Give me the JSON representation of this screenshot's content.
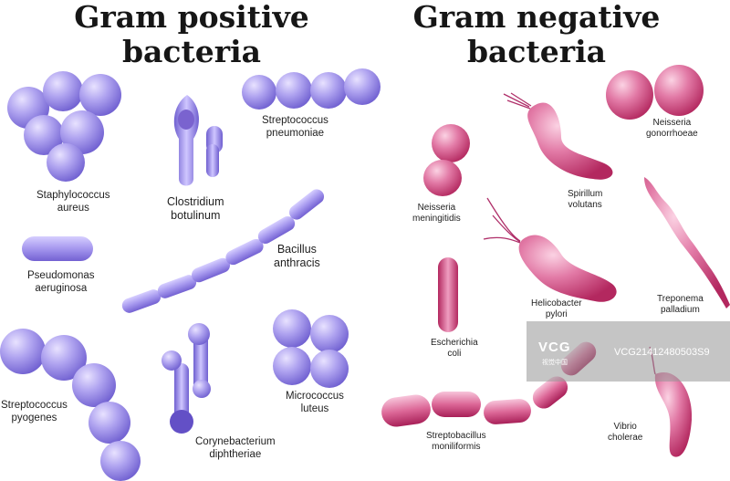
{
  "titles": {
    "gram_positive": [
      "Gram positive",
      "bacteria"
    ],
    "gram_negative": [
      "Gram negative",
      "bacteria"
    ]
  },
  "labels": {
    "staphylococcus": [
      "Staphylococcus",
      "aureus"
    ],
    "clostridium": [
      "Clostridium",
      "botulinum"
    ],
    "strep_pneumoniae": [
      "Streptococcus",
      "pneumoniae"
    ],
    "pseudomonas": [
      "Pseudomonas",
      "aeruginosa"
    ],
    "bacillus": [
      "Bacillus",
      "anthracis"
    ],
    "strep_pyogenes": [
      "Streptococcus",
      "pyogenes"
    ],
    "corynebacterium": [
      "Corynebacterium",
      "diphtheriae"
    ],
    "micrococcus": [
      "Micrococcus",
      "luteus"
    ],
    "neisseria_men": [
      "Neisseria",
      "meningitidis"
    ],
    "spirillum": [
      "Spirillum",
      "volutans"
    ],
    "neisseria_gon": [
      "Neisseria",
      "gonorrhoeae"
    ],
    "helicobacter": [
      "Helicobacter",
      "pylori"
    ],
    "treponema": [
      "Treponema",
      "palladium"
    ],
    "escherichia": [
      "Escherichia",
      "coli"
    ],
    "streptobacillus": [
      "Streptobacillus",
      "moniliformis"
    ],
    "vibrio": [
      "Vibrio",
      "cholerae"
    ]
  },
  "watermark": {
    "logo": "VCG",
    "logo_sub": "视觉中国",
    "text": "VCG21412480503S9"
  },
  "colors": {
    "gram_positive": "#9a8ee6",
    "gram_positive_dark": "#6a56c8",
    "gram_negative": "#d8588a",
    "gram_negative_dark": "#b02a62",
    "title": "#161616"
  }
}
